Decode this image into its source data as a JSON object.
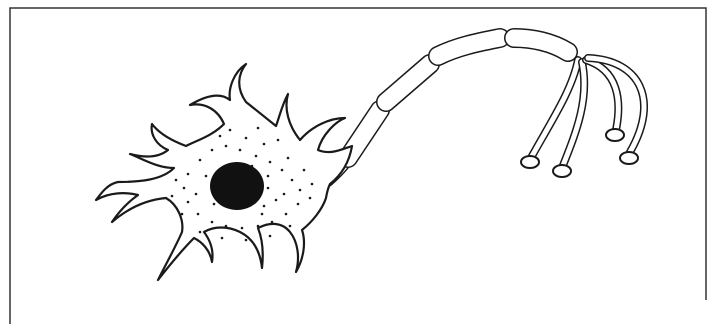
{
  "figure": {
    "subject": "neuron",
    "background_color": "#ffffff",
    "outline_color": "#1a1a1a",
    "frame_color": "#333333",
    "fill_color": "#ffffff",
    "nucleus_color": "#111111",
    "parts": [
      "cell-body",
      "nucleus",
      "dendrites",
      "axon",
      "myelin-sheath",
      "axon-terminals"
    ]
  }
}
